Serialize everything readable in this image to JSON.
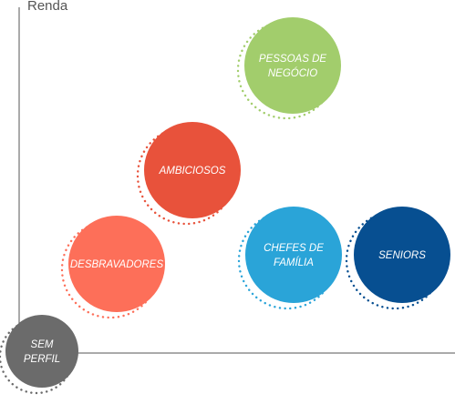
{
  "axis": {
    "y_label": "Renda"
  },
  "segments": [
    {
      "id": "pessoas-de-negocio",
      "lines": [
        "PESSOAS DE",
        "NEGÓCIO"
      ],
      "color": "#a2cd6c",
      "dots_color": "#a2cd6c"
    },
    {
      "id": "ambiciosos",
      "lines": [
        "AMBICIOSOS"
      ],
      "color": "#e8523b",
      "dots_color": "#e8523b"
    },
    {
      "id": "desbravadores",
      "lines": [
        "DESBRAVADORES"
      ],
      "color": "#fd6f59",
      "dots_color": "#fd6f59"
    },
    {
      "id": "chefes-de-familia",
      "lines": [
        "CHEFES DE",
        "FAMÍLIA"
      ],
      "color": "#2aa4d8",
      "dots_color": "#2aa4d8"
    },
    {
      "id": "seniors",
      "lines": [
        "SENIORS"
      ],
      "color": "#074f91",
      "dots_color": "#074f91"
    },
    {
      "id": "sem-perfil",
      "lines": [
        "SEM",
        "PERFIL"
      ],
      "color": "#6b6b6b",
      "dots_color": "#6b6b6b"
    }
  ],
  "colors": {
    "axis": "#555555"
  }
}
